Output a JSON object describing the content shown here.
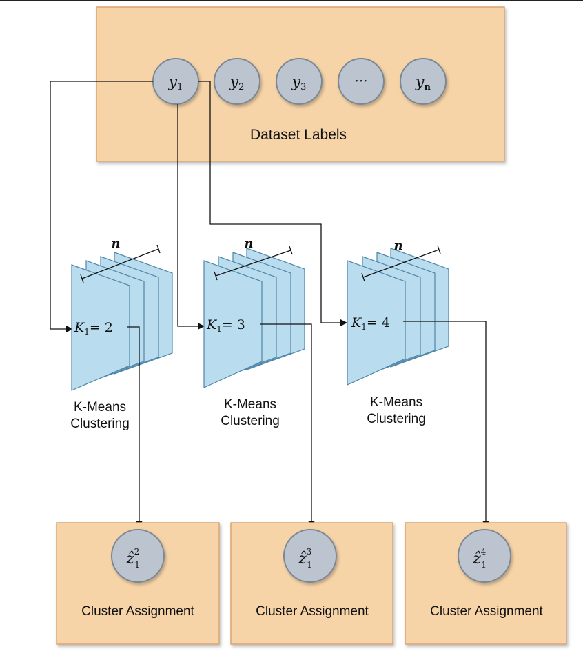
{
  "dataset": {
    "title": "Dataset Labels",
    "nodes": [
      {
        "base": "y",
        "sub": "1"
      },
      {
        "base": "y",
        "sub": "2"
      },
      {
        "base": "y",
        "sub": "3"
      },
      {
        "base": "···",
        "sub": ""
      },
      {
        "base": "y",
        "sub": "n"
      }
    ]
  },
  "clusterings": [
    {
      "dim_label": "n",
      "k_base": "K",
      "k_sub": "1",
      "k_value": "= 2",
      "caption_line1": "K-Means",
      "caption_line2": "Clustering"
    },
    {
      "dim_label": "n",
      "k_base": "K",
      "k_sub": "1",
      "k_value": "= 3",
      "caption_line1": "K-Means",
      "caption_line2": "Clustering"
    },
    {
      "dim_label": "n",
      "k_base": "K",
      "k_sub": "1",
      "k_value": "= 4",
      "caption_line1": "K-Means",
      "caption_line2": "Clustering"
    }
  ],
  "assignments": [
    {
      "base": "ẑ",
      "sub": "1",
      "sup": "2",
      "label": "Cluster Assignment"
    },
    {
      "base": "ẑ",
      "sub": "1",
      "sup": "3",
      "label": "Cluster Assignment"
    },
    {
      "base": "ẑ",
      "sub": "1",
      "sup": "4",
      "label": "Cluster Assignment"
    }
  ],
  "colors": {
    "box_fill": "#f6d4a8",
    "node_fill": "#bcc5cf",
    "layer_fill": "#b9dcef"
  }
}
